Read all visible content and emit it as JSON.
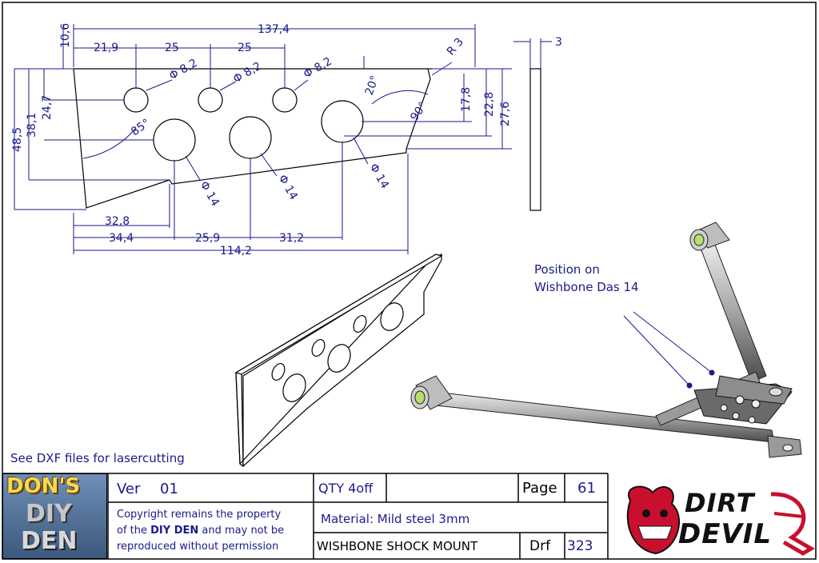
{
  "drawing": {
    "dims": {
      "overall_top": "137,4",
      "top_offset": "10,6",
      "h1": "21,9",
      "h2": "25",
      "h3": "25",
      "small_hole_1": "Φ 8,2",
      "small_hole_2": "Φ 8,2",
      "small_hole_3": "Φ 8,2",
      "radius": "R 3",
      "angle_20": "20°",
      "angle_85": "85°",
      "angle_90": "90°",
      "v_24_7": "24,7",
      "v_38_1": "38,1",
      "v_48_5": "48,5",
      "v_17_8": "17,8",
      "v_22_8": "22,8",
      "v_27_6": "27,6",
      "thickness": "3",
      "large_hole_1": "Φ 14",
      "large_hole_2": "Φ 14",
      "large_hole_3": "Φ 14",
      "b_32_8": "32,8",
      "b_34_4": "34,4",
      "b_25_9": "25,9",
      "b_31_2": "31,2",
      "b_114_2": "114,2"
    },
    "position_note_line1": "Position on",
    "position_note_line2": "Wishbone Das 14",
    "dxf_note": "See DXF files for lasercutting"
  },
  "title_block": {
    "logo_left_lines": [
      "DON'S",
      "DIY",
      "DEN"
    ],
    "version_label": "Ver",
    "version_value": "01",
    "qty": "QTY 4off",
    "page_label": "Page",
    "page_value": "61",
    "copyright_1": "Copyright remains the property",
    "copyright_2a": "of the ",
    "copyright_2b": "DIY DEN",
    "copyright_2c": " and may not be",
    "copyright_3": "reproduced without permission",
    "material": "Material: Mild steel 3mm",
    "part_name": "WISHBONE SHOCK MOUNT",
    "drf_label": "Drf",
    "drf_value": "323",
    "logo_right_line1": "DIRT",
    "logo_right_line2": "DEVIL"
  },
  "colors": {
    "dimension": "#1a1a8c",
    "outline": "#000000",
    "part_fill": "#b9b9b9",
    "bushing_green": "#b7e06a"
  }
}
